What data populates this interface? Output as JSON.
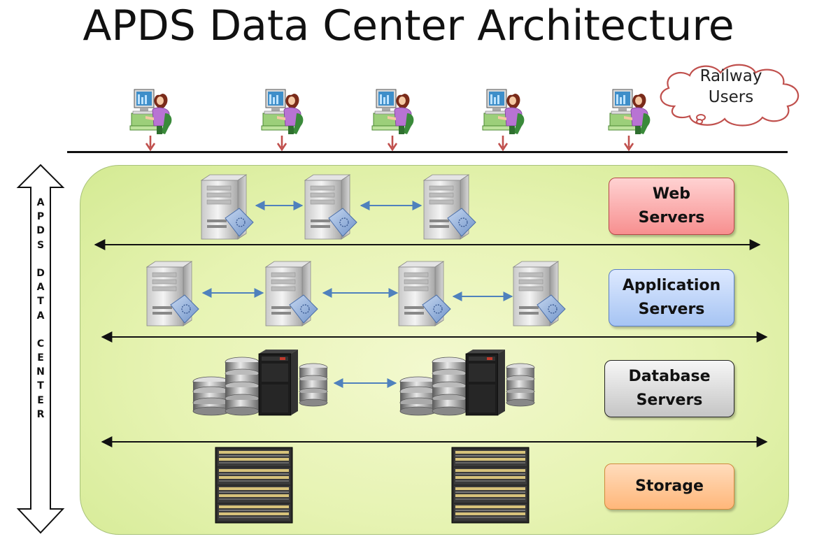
{
  "title": "APDS Data Center Architecture",
  "cloud_label": [
    "Railway",
    "Users"
  ],
  "vertical_label": [
    "A",
    "P",
    "D",
    "S",
    "",
    "D",
    "A",
    "T",
    "A",
    "",
    "C",
    "E",
    "N",
    "T",
    "E",
    "R"
  ],
  "tiers": {
    "web": "Web\nServers",
    "app": "Application\nServers",
    "db": "Database\nServers",
    "storage": "Storage"
  },
  "colors": {
    "panel": "#e6f3b2",
    "arrow_blue": "#4f81bd",
    "arrow_red": "#c0504d",
    "web": "#f78f8f",
    "app": "#a6c4f3",
    "db": "#c5c5c5",
    "storage": "#ffb77a"
  },
  "icons": {
    "user": "user-at-computer-icon",
    "server": "server-tower-icon",
    "database": "database-server-icon",
    "storage": "storage-array-icon",
    "cloud": "thought-cloud-icon"
  }
}
